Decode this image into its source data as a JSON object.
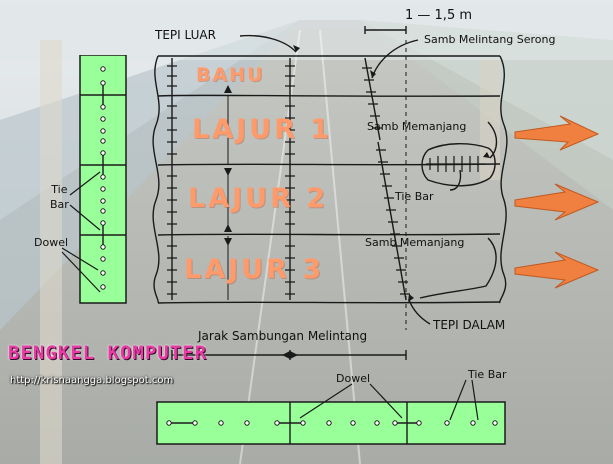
{
  "diagram": {
    "edge_labels": {
      "outer_edge": "TEPI LUAR",
      "inner_edge": "TEPI DALAM",
      "width_range": "1 — 1,5 m",
      "skew_transverse_joint": "Samb Melintang Serong",
      "transverse_joint_spacing": "Jarak Sambungan Melintang"
    },
    "lanes": {
      "shoulder": "BAHU",
      "lane1": "LAJUR 1",
      "lane2": "LAJUR 2",
      "lane3": "LAJUR 3"
    },
    "joint_labels": {
      "longitudinal_joint_1": "Samb Memanjang",
      "longitudinal_joint_2": "Samb Memanjang",
      "tie_bar_mid": "Tie Bar",
      "tie_bar_left": "Tie\nBar",
      "dowel_left": "Dowel",
      "dowel_bottom": "Dowel",
      "tie_bar_bottom": "Tie Bar"
    },
    "colors": {
      "slab_fill": "#99ff99",
      "lane_text": "#ff9a6b",
      "arrow_fill": "#f08040"
    }
  },
  "watermark": {
    "brand": "BENGKEL KOMPUTER",
    "url": "http://krisnaangga.blogspot.com"
  }
}
